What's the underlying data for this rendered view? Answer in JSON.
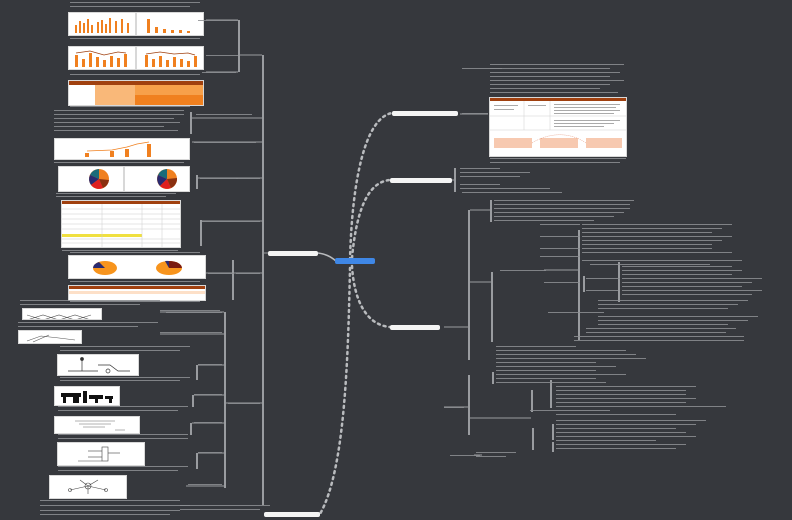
{
  "colors": {
    "canvas": "#36383d",
    "root": "#3f87e6",
    "branch": "#f4f4f4",
    "connector": "#9a9ca0",
    "accent_orange": "#f0801f",
    "accent_brown": "#a0400f",
    "highlight_yellow": "#f0e040",
    "callout_peach": "#f7c9b0"
  },
  "mindmap": {
    "root": {
      "icon": "root-node"
    },
    "branches": [
      {
        "id": "right-top",
        "side": "right",
        "thumbnails": [
          "table-with-callouts"
        ]
      },
      {
        "id": "right-mid",
        "side": "right",
        "thumbnails": []
      },
      {
        "id": "right-bottom",
        "side": "right",
        "thumbnails": []
      },
      {
        "id": "left-main",
        "side": "left",
        "thumbnails": [
          "bar-chart",
          "bar-chart",
          "bar-chart",
          "bar-chart",
          "orange-table",
          "combo-chart",
          "pie-chart",
          "pie-chart",
          "data-table",
          "pie-chart",
          "pie-chart",
          "summary-table"
        ]
      },
      {
        "id": "left-diagrams",
        "side": "left",
        "thumbnails": [
          "line-diagram",
          "sketch-diagram",
          "flow-diagram",
          "silhouette-diagram",
          "schematic-diagram",
          "circuit-diagram",
          "network-diagram"
        ]
      },
      {
        "id": "left-bottom",
        "side": "left",
        "thumbnails": []
      }
    ]
  }
}
